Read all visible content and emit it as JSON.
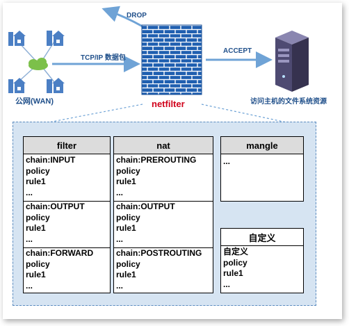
{
  "top": {
    "drop_label": "DROP",
    "tcp_label": "TCP/IP 数据包",
    "accept_label": "ACCEPT",
    "wan_label": "公网(WAN)",
    "netfilter_label": "netfilter",
    "server_label": "访问主机的文件系统资源"
  },
  "tables": {
    "filter": {
      "title": "filter",
      "chains": [
        {
          "lines": [
            "chain:INPUT",
            "policy",
            "rule1",
            "..."
          ]
        },
        {
          "lines": [
            "chain:OUTPUT",
            "policy",
            "rule1",
            "..."
          ]
        },
        {
          "lines": [
            "chain:FORWARD",
            "policy",
            "rule1",
            "..."
          ]
        }
      ]
    },
    "nat": {
      "title": "nat",
      "chains": [
        {
          "lines": [
            "chain:PREROUTING",
            "policy",
            "rule1",
            "..."
          ]
        },
        {
          "lines": [
            "chain:OUTPUT",
            "policy",
            "rule1",
            "..."
          ]
        },
        {
          "lines": [
            "chain:POSTROUTING",
            "policy",
            "rule1",
            "..."
          ]
        }
      ]
    },
    "mangle": {
      "title": "mangle",
      "lines": [
        "..."
      ]
    },
    "custom": {
      "title": "自定义",
      "lines": [
        "自定义",
        "policy",
        "rule1",
        "..."
      ]
    }
  },
  "colors": {
    "label_blue": "#1f4f8a",
    "netfilter_red": "#d0021b",
    "panel_bg": "#d6e4f2",
    "firewall_blue": "#1f5fb0"
  }
}
